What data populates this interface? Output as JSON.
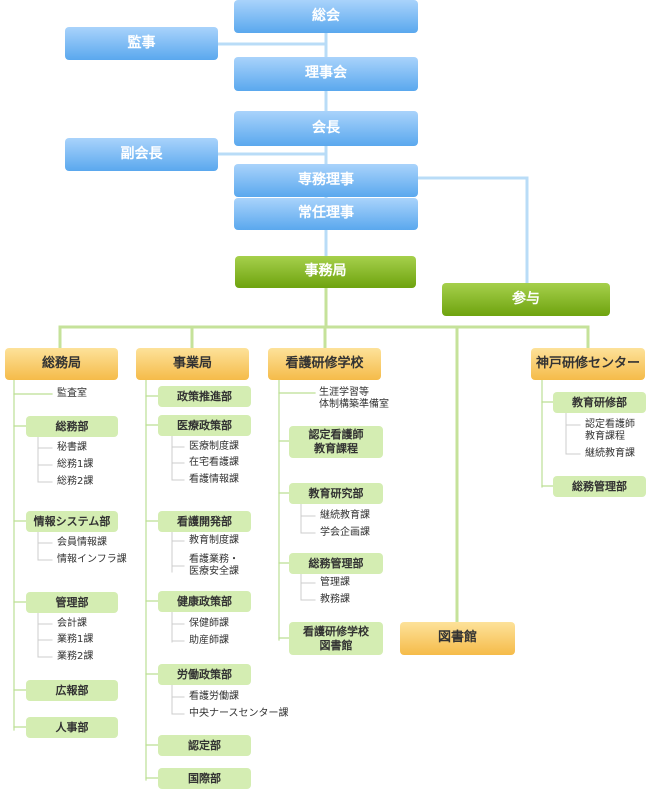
{
  "top": {
    "general_assembly": "総会",
    "auditor": "監事",
    "board": "理事会",
    "president": "会長",
    "vice_president": "副会長",
    "executive_director": "専務理事",
    "standing_director": "常任理事",
    "secretariat": "事務局",
    "counselor": "参与"
  },
  "general_affairs": {
    "title": "総務局",
    "audit_room": "監査室",
    "general_dept": "総務部",
    "secretary_section": "秘書課",
    "section1": "総務1課",
    "section2": "総務2課",
    "info_dept": "情報システム部",
    "member_info": "会員情報課",
    "info_infra": "情報インフラ課",
    "management_dept": "管理部",
    "accounting": "会計課",
    "business1": "業務1課",
    "business2": "業務2課",
    "pr_dept": "広報部",
    "hr_dept": "人事部"
  },
  "business": {
    "title": "事業局",
    "policy_promotion": "政策推進部",
    "medical_policy": "医療政策部",
    "medical_system": "医療制度課",
    "home_nursing": "在宅看護課",
    "nursing_info": "看護情報課",
    "nursing_dev": "看護開発部",
    "education_system": "教育制度課",
    "nursing_work_safety": "看護業務・\n医療安全課",
    "health_policy": "健康政策部",
    "public_health_nurse": "保健師課",
    "midwife": "助産師課",
    "labor_policy": "労働政策部",
    "nursing_labor": "看護労働課",
    "central_nurse_center": "中央ナースセンター課",
    "certification": "認定部",
    "international": "国際部"
  },
  "training_school": {
    "title": "看護研修学校",
    "lifelong_learning": "生涯学習等\n体制構築準備室",
    "certified_nurse_course": "認定看護師\n教育課程",
    "education_research": "教育研究部",
    "continuing_education": "継続教育課",
    "academic_planning": "学会企画課",
    "general_management": "総務管理部",
    "management_section": "管理課",
    "academic_affairs": "教務課",
    "library": "看護研修学校\n図書館"
  },
  "library": "図書館",
  "kobe_center": {
    "title": "神戸研修センター",
    "education_training": "教育研修部",
    "certified_nurse_course": "認定看護師\n教育課程",
    "continuing_education": "継続教育課",
    "general_management": "総務管理部"
  },
  "colors": {
    "blue_box": "#5aa8ee",
    "green_box": "#6ea30e",
    "orange_box": "#f5bb49",
    "light_green_box": "#d4edb2",
    "connector_blue": "#b9dcf7",
    "connector_green": "#c5e29a"
  }
}
